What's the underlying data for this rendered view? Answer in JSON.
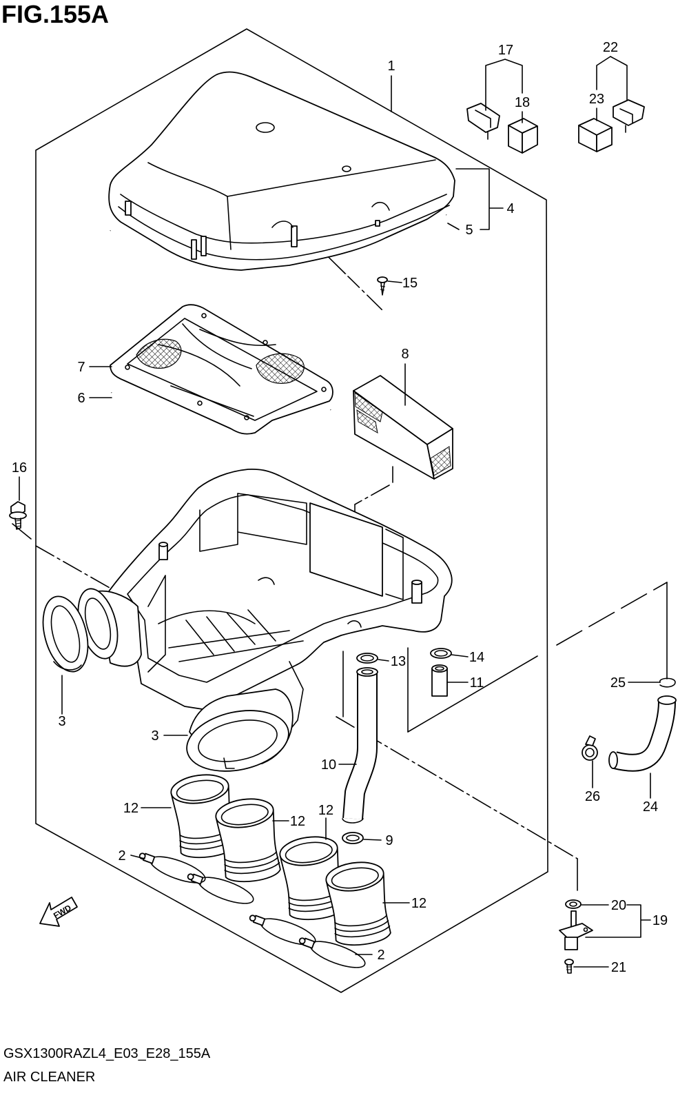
{
  "figure": {
    "title": "FIG.155A"
  },
  "callouts": [
    "1",
    "17",
    "18",
    "22",
    "23",
    "4",
    "5",
    "15",
    "8",
    "7",
    "6",
    "16",
    "13",
    "14",
    "11",
    "25",
    "3",
    "3",
    "10",
    "26",
    "24",
    "12",
    "12",
    "12",
    "9",
    "2",
    "20",
    "19",
    "12",
    "2",
    "21"
  ],
  "fwd_label": "FWD",
  "footer": {
    "model_code": "GSX1300RAZL4_E03_E28_155A",
    "caption": "AIR CLEANER"
  }
}
